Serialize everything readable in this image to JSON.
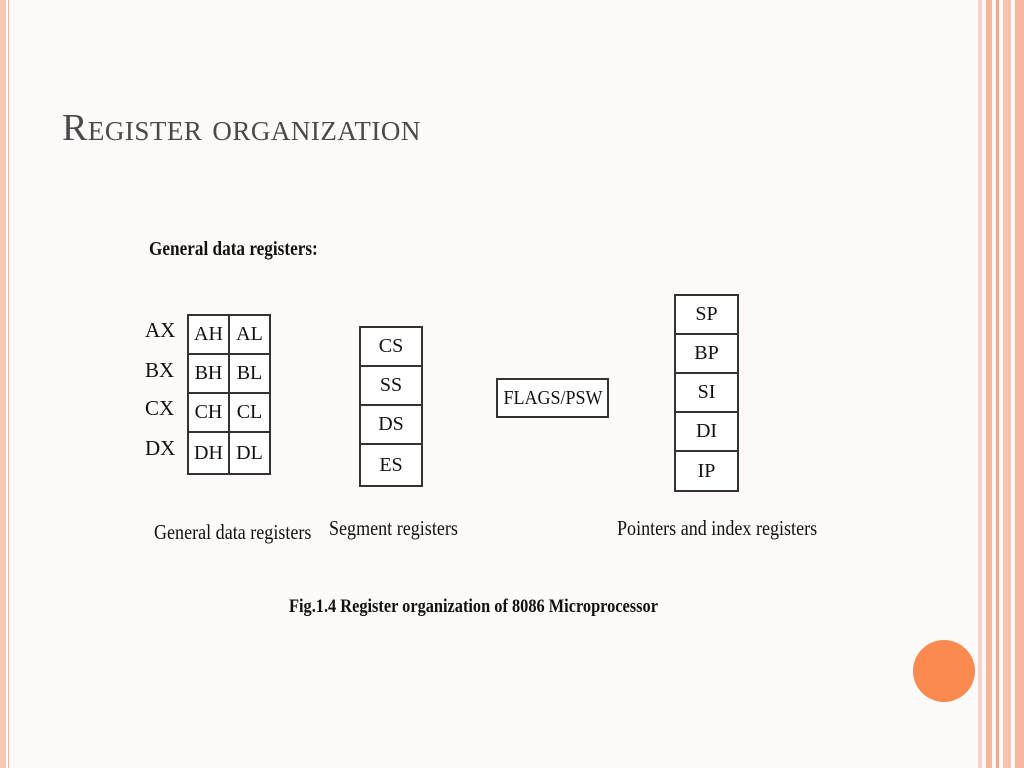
{
  "slide": {
    "title": "Register organization"
  },
  "figure": {
    "heading": "General data registers:",
    "general": {
      "rows": [
        {
          "label": "AX",
          "high": "AH",
          "low": "AL"
        },
        {
          "label": "BX",
          "high": "BH",
          "low": "BL"
        },
        {
          "label": "CX",
          "high": "CH",
          "low": "CL"
        },
        {
          "label": "DX",
          "high": "DH",
          "low": "DL"
        }
      ],
      "caption": "General data registers"
    },
    "segment": {
      "registers": [
        "CS",
        "SS",
        "DS",
        "ES"
      ],
      "caption": "Segment registers"
    },
    "flags": {
      "label": "FLAGS/PSW"
    },
    "pointers": {
      "registers": [
        "SP",
        "BP",
        "SI",
        "DI",
        "IP"
      ],
      "caption": "Pointers and index registers"
    },
    "caption": "Fig.1.4 Register organization of 8086 Microprocessor"
  },
  "theme": {
    "accent_circle": "#fb8a50",
    "stripe_color": "#f6b79e",
    "title_color": "#4a4a4a"
  }
}
